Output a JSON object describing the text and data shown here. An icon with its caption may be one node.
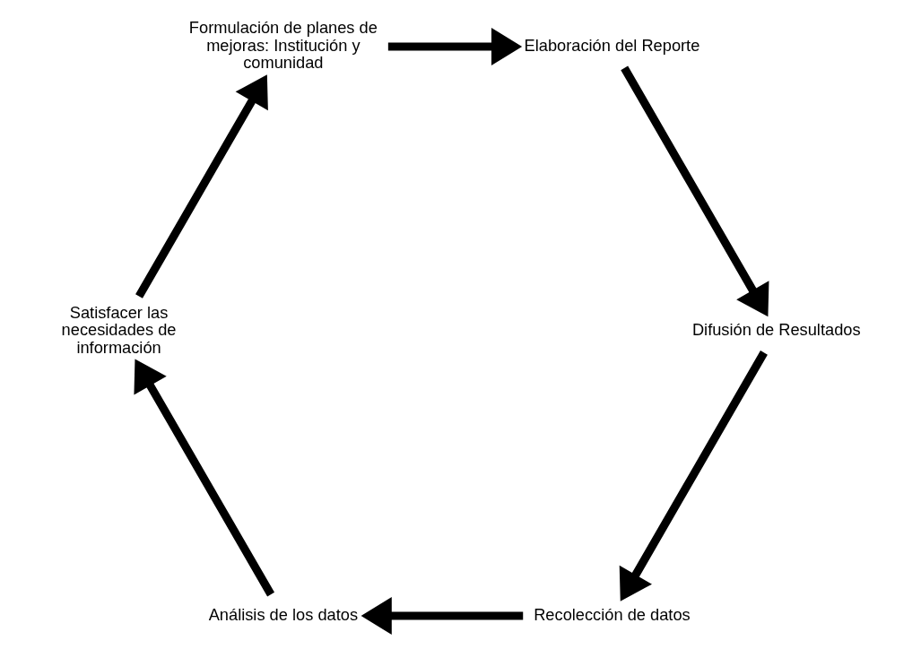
{
  "diagram": {
    "nodes": [
      {
        "text": [
          "Recolección de datos"
        ]
      },
      {
        "text": [
          "Análisis de los datos"
        ]
      },
      {
        "text": [
          "Satisfacer las necesidades de información"
        ]
      },
      {
        "text": [
          "Formulación de planes de mejoras: Institución y comunidad"
        ]
      },
      {
        "text": [
          "Elaboración del Reporte"
        ]
      },
      {
        "text": [
          "Difusión de Resultados"
        ]
      }
    ],
    "edges": [
      {
        "from": 0,
        "to": 1,
        "arrow": "to"
      },
      {
        "from": 1,
        "to": 2,
        "arrow": "to"
      },
      {
        "from": 2,
        "to": 3,
        "arrow": "to"
      },
      {
        "from": 3,
        "to": 4,
        "arrow": "to"
      },
      {
        "from": 4,
        "to": 5,
        "arrow": "to"
      },
      {
        "from": 5,
        "to": 0,
        "arrow": "to"
      }
    ]
  }
}
